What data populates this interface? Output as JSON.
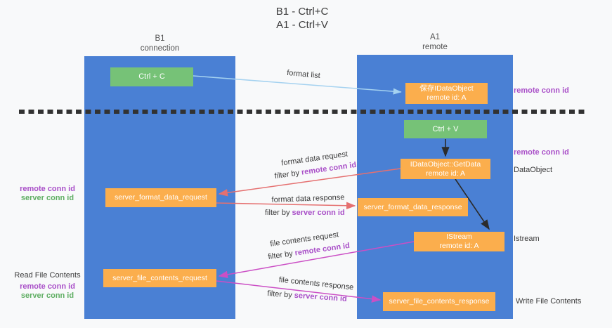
{
  "title": {
    "line1": "B1 - Ctrl+C",
    "line2": "A1 - Ctrl+V"
  },
  "lanes": {
    "b1": {
      "name": "B1",
      "role": "connection"
    },
    "a1": {
      "name": "A1",
      "role": "remote"
    }
  },
  "nodes": {
    "ctrl_c": {
      "label": "Ctrl + C"
    },
    "ctrl_v": {
      "label": "Ctrl + V"
    },
    "save_dataobject": {
      "line1": "保存IDataObject",
      "line2": "remote id: A"
    },
    "getdata": {
      "line1": "IDataObject::GetData",
      "line2": "remote id: A"
    },
    "istream": {
      "line1": "IStream",
      "line2": "remote id: A"
    },
    "server_format_data_request": {
      "label": "server_format_data_request"
    },
    "server_format_data_response": {
      "label": "server_format_data_response"
    },
    "server_file_contents_request": {
      "label": "server_file_contents_request"
    },
    "server_file_contents_response": {
      "label": "server_file_contents_response"
    }
  },
  "arrows": {
    "format_list": {
      "label": "format list"
    },
    "format_data_request": {
      "label": "format data request",
      "filter_prefix": "filter by ",
      "filter_key": "remote conn id"
    },
    "format_data_response": {
      "label": "format data response",
      "filter_prefix": "filter by ",
      "filter_key": "server conn id"
    },
    "file_contents_request": {
      "label": "file contents request",
      "filter_prefix": "filter by ",
      "filter_key": "remote conn id"
    },
    "file_contents_response": {
      "label": "file contents response",
      "filter_prefix": "filter by ",
      "filter_key": "server conn id"
    }
  },
  "annotations": {
    "remote_conn_id_top": "remote conn id",
    "remote_conn_id_mid": "remote conn id",
    "dataobject": "DataObject",
    "istream": "Istream",
    "write_file_contents": "Write File Contents",
    "read_file_contents": "Read File Contents",
    "left_remote_conn_id": "remote conn id",
    "left_server_conn_id": "server conn id",
    "bottom_remote_conn_id": "remote conn id",
    "bottom_server_conn_id": "server conn id"
  },
  "colors": {
    "lane_blue": "#4a80d4",
    "box_green": "#76c277",
    "box_orange": "#fbae4d",
    "arrow_light_blue": "#a5d2f0",
    "arrow_red": "#e57070",
    "arrow_magenta": "#cb4fc5",
    "arrow_black": "#2b2b2b",
    "text_purple": "#a94fc8",
    "text_green": "#5fae63",
    "background": "#f8f9fa"
  }
}
